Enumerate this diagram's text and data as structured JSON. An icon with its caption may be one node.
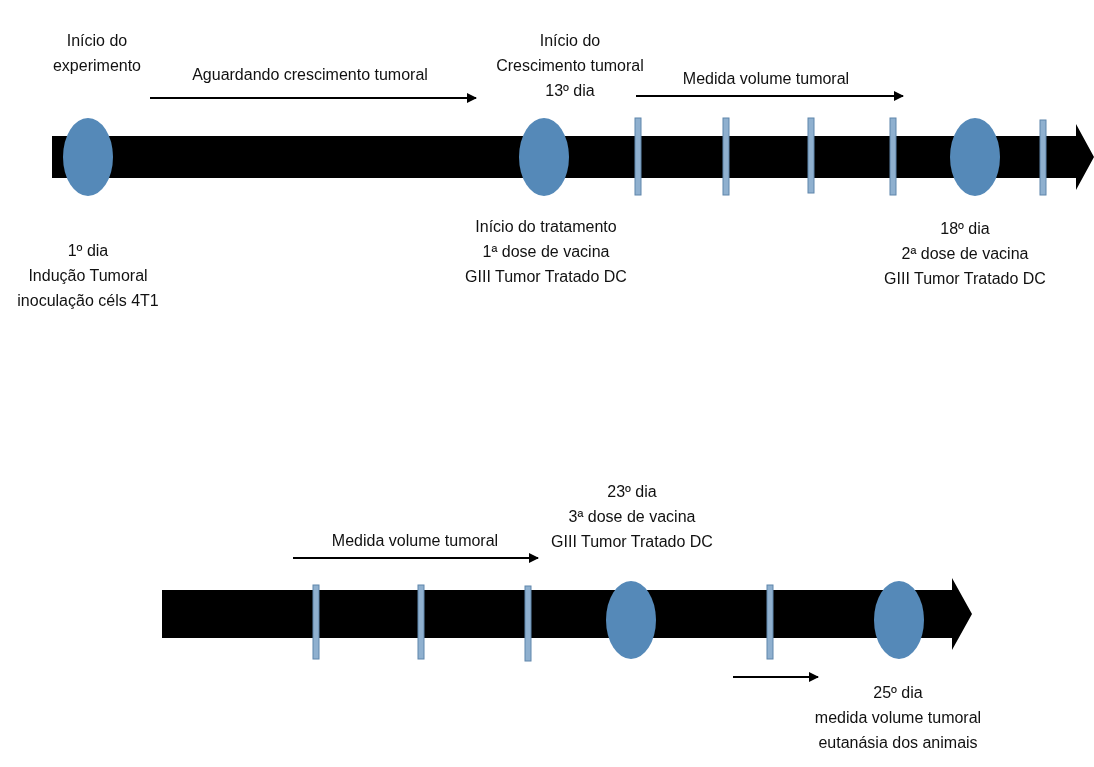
{
  "diagram": {
    "nodes": [
      {
        "text": [],
        "shape": "circle",
        "beside": [
          "Início do experimento",
          "1º dia",
          "Indução Tumoral",
          "inoculação céls 4T1"
        ]
      },
      {
        "text": [],
        "shape": "circle",
        "beside": [
          "Início do Crescimento tumoral",
          "13º dia",
          "Início do tratamento",
          "1ª dose de vacina",
          "GIII Tumor Tratado DC"
        ]
      },
      {
        "text": [],
        "shape": "circle",
        "beside": [
          "18º dia",
          "2ª dose de vacina",
          "GIII Tumor Tratado DC"
        ]
      },
      {
        "text": [],
        "shape": "circle",
        "beside": [
          "23º dia",
          "3ª dose de vacina",
          "GIII Tumor Tratado DC"
        ]
      },
      {
        "text": [],
        "shape": "circle",
        "beside": [
          "25º dia",
          "medida volume tumoral",
          "eutanásia dos animais"
        ]
      }
    ],
    "edges": [
      {
        "from": 0,
        "to": 1,
        "arrow": "to",
        "label": "Aguardando crescimento tumoral"
      }
    ],
    "labels": [
      "Medida volume tumoral",
      "Medida volume tumoral"
    ]
  }
}
